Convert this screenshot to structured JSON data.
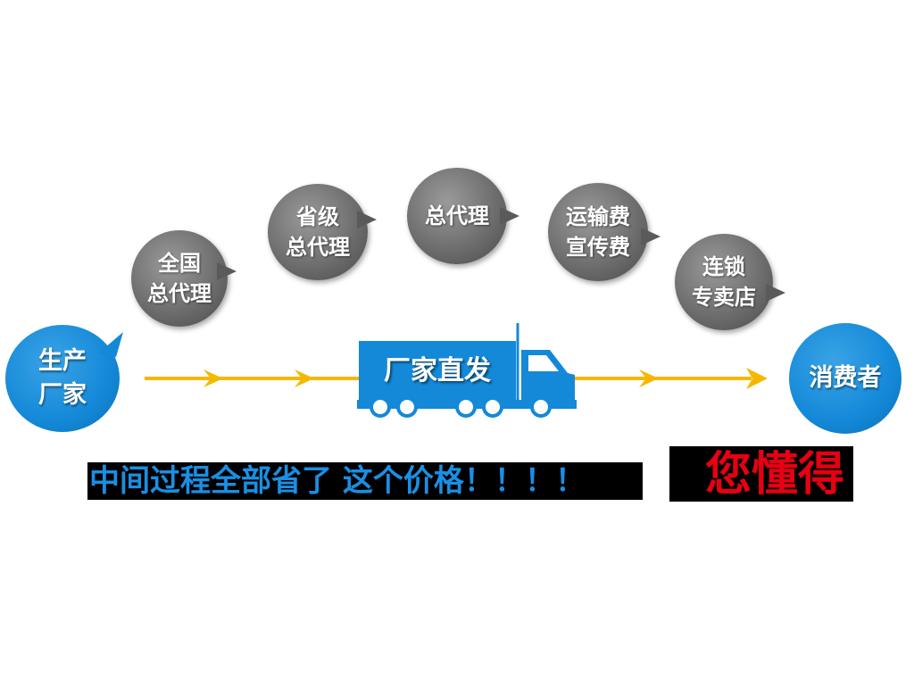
{
  "start_node": {
    "label": "生产\n厂家"
  },
  "end_node": {
    "label": "消费者"
  },
  "intermediaries": [
    {
      "label": "全国\n总代理"
    },
    {
      "label": "省级\n总代理"
    },
    {
      "label": "总代理"
    },
    {
      "label": "运输费\n宣传费"
    },
    {
      "label": "连锁\n专卖店"
    }
  ],
  "truck": {
    "label": "厂家直发"
  },
  "slogan": {
    "main": "中间过程全部省了  这个价格！！！！",
    "emphasis": "您懂得"
  },
  "colors": {
    "blue": "#1489d8",
    "arrow": "#f5b800",
    "grey_bubble": "#6e6e6e",
    "slogan_blue": "#1a8fe3",
    "slogan_red": "#e60012"
  }
}
